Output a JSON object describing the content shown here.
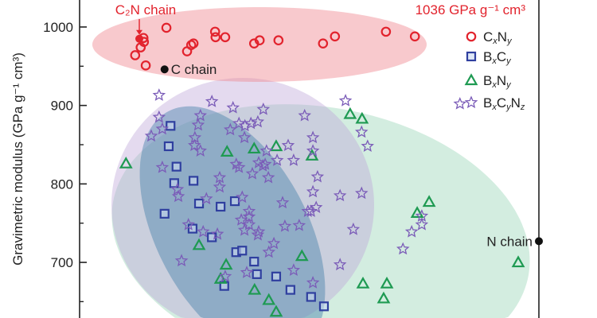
{
  "chart_data": {
    "type": "scatter",
    "ylabel": "Gravimetric modulus (GPa g⁻¹ cm³)",
    "xlabel": "",
    "ylim": [
      604,
      1034
    ],
    "xlim": [
      0,
      100
    ],
    "y_ticks": [
      "1000",
      "900",
      "800",
      "700"
    ],
    "y_tick_values": [
      1000,
      900,
      800,
      700
    ],
    "y_minor_ticks": [
      950,
      850,
      750,
      650
    ],
    "legend_position": "right",
    "colors": {
      "CxNy": "#e2232d",
      "BxCy": "#2f3f9f",
      "BxNy": "#1e9a52",
      "BxCyNz": "#7b5cb8"
    },
    "series": [
      {
        "name": "CxNy",
        "marker": "circle",
        "points": [
          [
            13.9,
            986
          ],
          [
            14.0,
            981
          ],
          [
            13.3,
            974
          ],
          [
            12.1,
            964
          ],
          [
            14.4,
            951
          ],
          [
            18.9,
            999
          ],
          [
            23.4,
            969
          ],
          [
            24.3,
            977
          ],
          [
            24.8,
            979
          ],
          [
            29.5,
            994
          ],
          [
            29.6,
            987
          ],
          [
            31.7,
            987
          ],
          [
            38.0,
            979
          ],
          [
            39.2,
            983
          ],
          [
            43.3,
            983
          ],
          [
            53.0,
            979
          ],
          [
            55.6,
            988
          ],
          [
            66.7,
            994
          ],
          [
            73.0,
            988
          ]
        ]
      },
      {
        "name": "BxCy",
        "marker": "square",
        "points": [
          [
            19.8,
            874
          ],
          [
            19.4,
            848
          ],
          [
            21.1,
            822
          ],
          [
            20.6,
            801
          ],
          [
            24.8,
            804
          ],
          [
            18.5,
            762
          ],
          [
            26.0,
            775
          ],
          [
            30.7,
            771
          ],
          [
            33.8,
            778
          ],
          [
            24.6,
            743
          ],
          [
            28.8,
            732
          ],
          [
            34.1,
            713
          ],
          [
            35.4,
            715
          ],
          [
            38.0,
            701
          ],
          [
            38.6,
            685
          ],
          [
            31.5,
            670
          ],
          [
            42.8,
            682
          ],
          [
            45.9,
            665
          ],
          [
            50.4,
            656
          ],
          [
            53.2,
            644
          ]
        ]
      },
      {
        "name": "BxNy",
        "marker": "triangle",
        "points": [
          [
            10.1,
            826
          ],
          [
            32.1,
            841
          ],
          [
            38.0,
            845
          ],
          [
            42.8,
            848
          ],
          [
            26.0,
            722
          ],
          [
            31.9,
            697
          ],
          [
            30.7,
            679
          ],
          [
            38.1,
            665
          ],
          [
            41.2,
            652
          ],
          [
            42.8,
            637
          ],
          [
            58.9,
            889
          ],
          [
            61.5,
            883
          ],
          [
            50.6,
            836
          ],
          [
            76.1,
            777
          ],
          [
            73.5,
            763
          ],
          [
            48.4,
            708
          ],
          [
            61.7,
            673
          ],
          [
            66.9,
            673
          ],
          [
            66.2,
            654
          ],
          [
            95.5,
            700
          ]
        ]
      },
      {
        "name": "BxCyNz",
        "marker": "star",
        "points": [
          [
            17.3,
            913
          ],
          [
            28.8,
            905
          ],
          [
            33.4,
            897
          ],
          [
            40.0,
            895
          ],
          [
            17.3,
            885
          ],
          [
            26.3,
            887
          ],
          [
            25.8,
            875
          ],
          [
            18.0,
            870
          ],
          [
            15.6,
            861
          ],
          [
            34.7,
            877
          ],
          [
            36.0,
            874
          ],
          [
            37.3,
            877
          ],
          [
            38.8,
            879
          ],
          [
            32.8,
            869
          ],
          [
            35.9,
            859
          ],
          [
            25.1,
            859
          ],
          [
            25.0,
            849
          ],
          [
            26.3,
            842
          ],
          [
            40.7,
            842
          ],
          [
            18.0,
            821
          ],
          [
            34.1,
            825
          ],
          [
            34.7,
            821
          ],
          [
            39.0,
            827
          ],
          [
            39.9,
            823
          ],
          [
            37.6,
            813
          ],
          [
            41.1,
            808
          ],
          [
            30.5,
            808
          ],
          [
            30.5,
            796
          ],
          [
            21.3,
            793
          ],
          [
            21.5,
            784
          ],
          [
            27.6,
            781
          ],
          [
            35.4,
            783
          ],
          [
            36.9,
            765
          ],
          [
            36.9,
            758
          ],
          [
            35.2,
            754
          ],
          [
            36.9,
            748
          ],
          [
            35.9,
            741
          ],
          [
            39.0,
            739
          ],
          [
            38.8,
            735
          ],
          [
            23.7,
            748
          ],
          [
            26.9,
            739
          ],
          [
            30.0,
            736
          ],
          [
            42.3,
            724
          ],
          [
            41.2,
            713
          ],
          [
            22.2,
            702
          ],
          [
            36.4,
            687
          ],
          [
            31.7,
            682
          ],
          [
            57.9,
            906
          ],
          [
            49.0,
            887
          ],
          [
            50.8,
            859
          ],
          [
            61.4,
            866
          ],
          [
            62.7,
            848
          ],
          [
            45.4,
            849
          ],
          [
            43.0,
            830
          ],
          [
            46.6,
            830
          ],
          [
            50.8,
            842
          ],
          [
            40.4,
            825
          ],
          [
            51.8,
            809
          ],
          [
            50.8,
            790
          ],
          [
            56.7,
            785
          ],
          [
            61.4,
            788
          ],
          [
            44.2,
            776
          ],
          [
            51.5,
            770
          ],
          [
            49.7,
            765
          ],
          [
            50.4,
            765
          ],
          [
            44.7,
            746
          ],
          [
            47.8,
            747
          ],
          [
            59.6,
            742
          ],
          [
            74.5,
            759
          ],
          [
            74.5,
            748
          ],
          [
            72.3,
            739
          ],
          [
            70.4,
            717
          ],
          [
            46.6,
            690
          ],
          [
            56.7,
            697
          ],
          [
            50.8,
            674
          ],
          [
            82.8,
            902
          ]
        ]
      }
    ],
    "special_points": [
      {
        "label": "C₂N chain",
        "x": 13.0,
        "y": 985,
        "color": "#e2232d"
      },
      {
        "label": "C chain",
        "x": 18.5,
        "y": 946,
        "color": "#111111"
      },
      {
        "label": "N chain",
        "x": 100,
        "y": 727,
        "color": "#111111"
      }
    ],
    "annotations": {
      "max_value": "1036 GPa g⁻¹ cm³"
    }
  }
}
